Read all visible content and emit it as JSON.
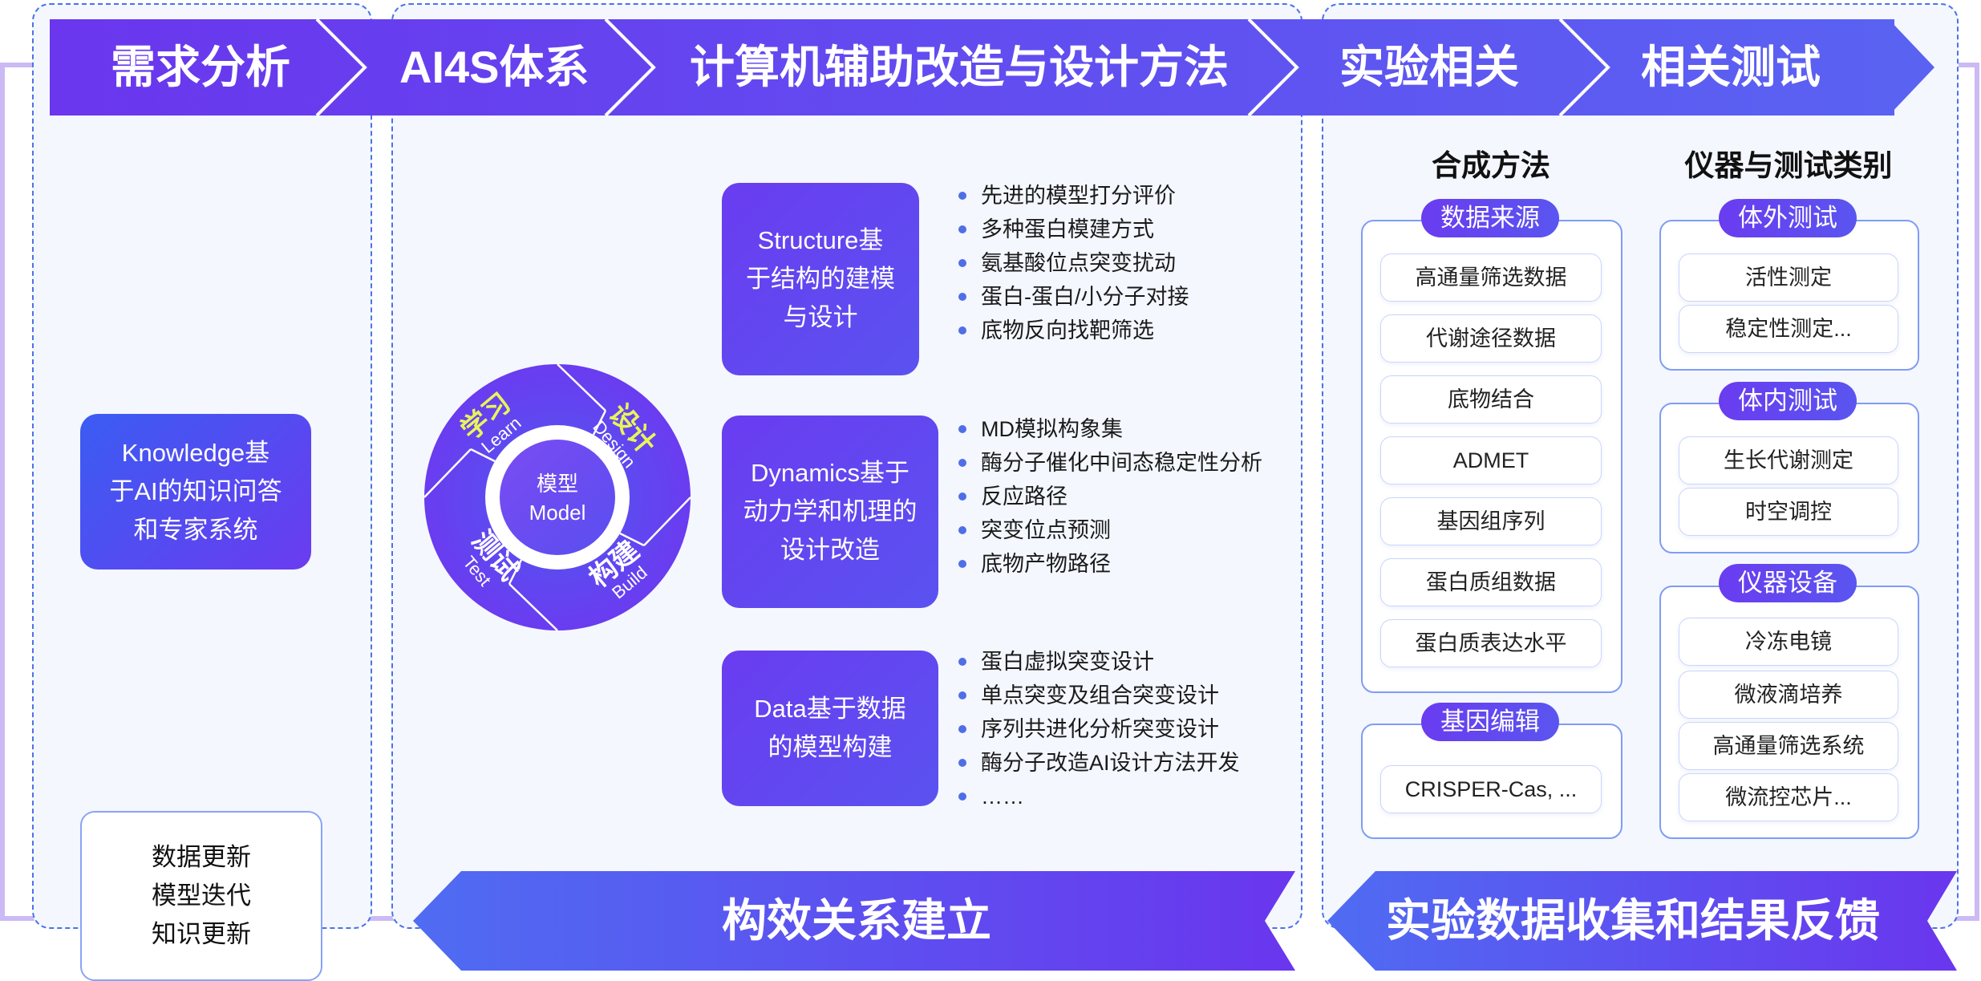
{
  "header": {
    "stages": [
      {
        "label": "需求分析"
      },
      {
        "label": "AI4S体系"
      },
      {
        "label": "计算机辅助改造与设计方法"
      },
      {
        "label": "实验相关"
      },
      {
        "label": "相关测试"
      }
    ]
  },
  "knowledge_box": {
    "text": "Knowledge基\n于AI的知识问答\n和专家系统"
  },
  "update_box": {
    "text": "数据更新\n模型迭代\n知识更新"
  },
  "cycle": {
    "center": {
      "zh": "模型",
      "en": "Model"
    },
    "segments": [
      {
        "zh": "学习",
        "en": "Learn"
      },
      {
        "zh": "设计",
        "en": "Design"
      },
      {
        "zh": "构建",
        "en": "Build"
      },
      {
        "zh": "测试",
        "en": "Test"
      }
    ],
    "colors": {
      "ring": "#6a3cf0",
      "accent": "#e8f55a"
    }
  },
  "methods": [
    {
      "title": "Structure基\n于结构的建模\n与设计",
      "bullets": [
        "先进的模型打分评价",
        "多种蛋白模建方式",
        "氨基酸位点突变扰动",
        "蛋白-蛋白/小分子对接",
        "底物反向找靶筛选"
      ]
    },
    {
      "title": "Dynamics基于\n动力学和机理的\n设计改造",
      "bullets": [
        "MD模拟构象集",
        "酶分子催化中间态稳定性分析",
        "反应路径",
        "突变位点预测",
        "底物产物路径"
      ]
    },
    {
      "title": "Data基于数据\n的模型构建",
      "bullets": [
        "蛋白虚拟突变设计",
        "单点突变及组合突变设计",
        "序列共进化分析突变设计",
        "酶分子改造AI设计方法开发",
        "……"
      ]
    }
  ],
  "synthesis": {
    "title": "合成方法",
    "groups": [
      {
        "label": "数据来源",
        "items": [
          "高通量筛选数据",
          "代谢途径数据",
          "底物结合",
          "ADMET",
          "基因组序列",
          "蛋白质组数据",
          "蛋白质表达水平"
        ]
      },
      {
        "label": "基因编辑",
        "items": [
          "CRISPER-Cas, ..."
        ]
      }
    ]
  },
  "instruments": {
    "title": "仪器与测试类别",
    "groups": [
      {
        "label": "体外测试",
        "items": [
          "活性测定",
          "稳定性测定..."
        ]
      },
      {
        "label": "体内测试",
        "items": [
          "生长代谢测定",
          "时空调控"
        ]
      },
      {
        "label": "仪器设备",
        "items": [
          "冷冻电镜",
          "微液滴培养",
          "高通量筛选系统",
          "微流控芯片..."
        ]
      }
    ]
  },
  "footer": {
    "left_banner": "构效关系建立",
    "right_banner": "实验数据收集和结果反馈"
  },
  "colors": {
    "gradient_start": "#5b2ee8",
    "gradient_end": "#5e6cf2",
    "panel_border": "#4a73e8",
    "panel_fill": "#f4f7fe",
    "flow_line": "#cbbaf4"
  }
}
